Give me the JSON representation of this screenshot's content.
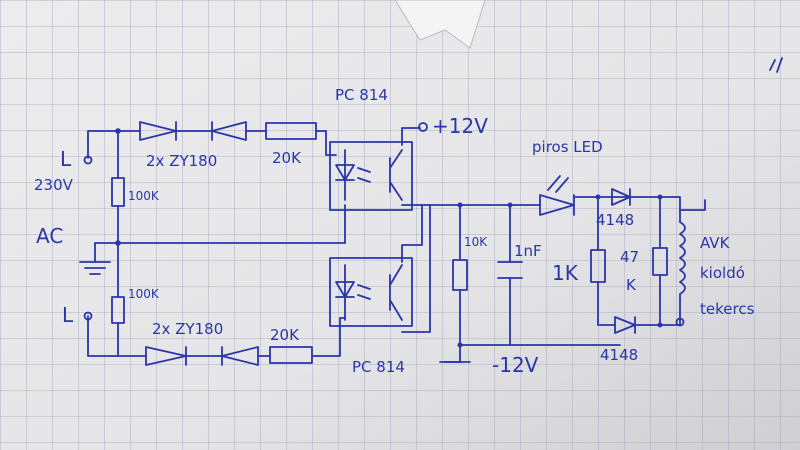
{
  "labels": {
    "opto_top": "PC 814",
    "opto_bottom": "PC 814",
    "plus12": "+12V",
    "minus12": "-12V",
    "zener_top": "2x ZY180",
    "zener_bottom": "2x ZY180",
    "res_20k_top": "20K",
    "res_20k_bottom": "20K",
    "res_100k_top": "100K",
    "res_100k_bottom": "100K",
    "mains_voltage": "230V",
    "ac": "AC",
    "l_top": "L",
    "l_bottom": "L",
    "res_10k": "10K",
    "cap_1nf": "1nF",
    "led": "piros LED",
    "res_1k": "1K",
    "res_47k_top": "47",
    "res_47k_bottom": "K",
    "diode_top": "4148",
    "diode_bottom": "4148",
    "avk_1": "AVK",
    "avk_2": "kioldó",
    "avk_3": "tekercs"
  },
  "colors": {
    "ink": "#2a35a8",
    "paper": "#e9e9ea",
    "grid": "#9aa0b8"
  }
}
